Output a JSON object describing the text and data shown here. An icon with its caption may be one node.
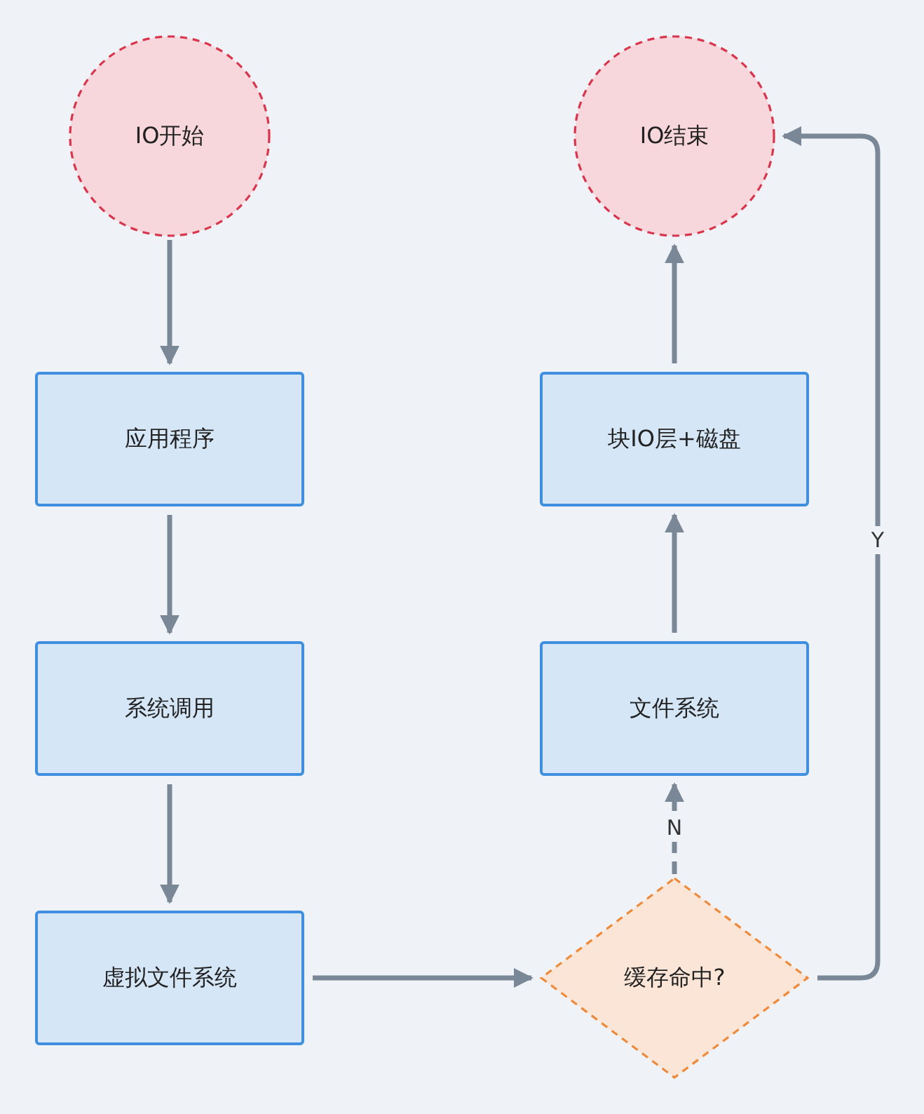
{
  "diagram": {
    "nodes": [
      {
        "text": [
          "IO开始"
        ]
      },
      {
        "text": [
          "应用程序"
        ]
      },
      {
        "text": [
          "系统调用"
        ]
      },
      {
        "text": [
          "虚拟文件系统"
        ]
      },
      {
        "text": [
          "缓存命中?"
        ]
      },
      {
        "text": [
          "文件系统"
        ]
      },
      {
        "text": [
          "块IO层+磁盘"
        ]
      },
      {
        "text": [
          "IO结束"
        ]
      }
    ],
    "edges": [
      {
        "from": 0,
        "to": 1,
        "arrow": "to"
      },
      {
        "from": 1,
        "to": 2,
        "arrow": "to"
      },
      {
        "from": 2,
        "to": 3,
        "arrow": "to"
      },
      {
        "from": 3,
        "to": 4,
        "arrow": "to"
      },
      {
        "from": 4,
        "to": 5,
        "arrow": "to",
        "label": "N",
        "style": "dashed"
      },
      {
        "from": 5,
        "to": 6,
        "arrow": "to"
      },
      {
        "from": 6,
        "to": 7,
        "arrow": "to"
      },
      {
        "from": 4,
        "to": 7,
        "arrow": "to",
        "label": "Y"
      }
    ]
  }
}
